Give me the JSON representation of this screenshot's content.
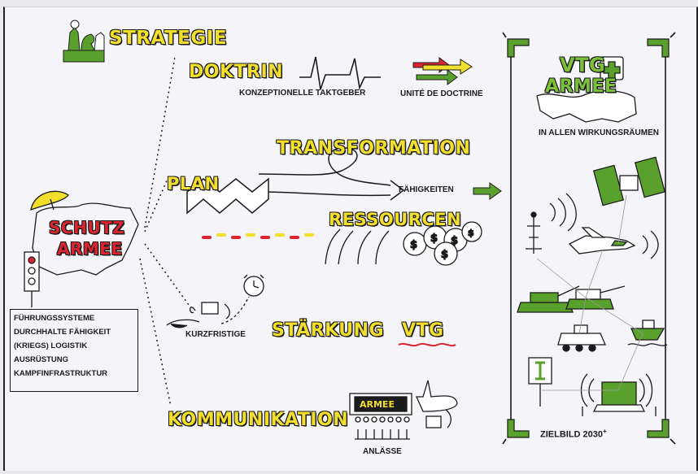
{
  "title_strategie": "STRATEGIE",
  "doktrin": {
    "title": "DOKTRIN",
    "subtitle": "KONZEPTIONELLE TAKTGEBER",
    "unite": "UNITÉ DE DOCTRINE"
  },
  "transformation": "TRANSFORMATION",
  "plan": "PLAN",
  "faehigkeiten": "FÄHIGKEITEN",
  "ressourcen": "RESSOURCEN",
  "schutz": {
    "line1": "SCHUTZ",
    "line2": "ARMEE"
  },
  "kurzfristige": "KURZFRISTIGE",
  "staerkung": "STÄRKUNG",
  "vtg_small": "VTG",
  "kommunikation": "KOMMUNIKATION",
  "anlaesse": "ANLÄSSE",
  "armee_sign": "ARMEE",
  "list_items": [
    "FÜHRUNGSSYSTEME",
    "DURCHHALTE FÄHIGKEIT",
    "(KRIEGS) LOGISTIK",
    "AUSRÜSTUNG",
    "KAMPFINFRASTRUKTUR"
  ],
  "vtg_armee": {
    "line1": "VTG",
    "line2": "ARMEE"
  },
  "wirkungsraeume": "IN ALLEN WIRKUNGSRÄUMEN",
  "zielbild": "ZIELBILD 2030",
  "zielbild_sup": "+",
  "colors": {
    "yellow": "#f2de2c",
    "green": "#5aa02c",
    "red": "#d9252f",
    "ink": "#1b1b1b"
  },
  "icons": [
    "chess-icon",
    "heartbeat-icon",
    "arrows-icon",
    "swiss-map-icon",
    "satellite-icon",
    "radio-tower-icon",
    "jet-icon",
    "tank-icon",
    "armored-vehicle-icon",
    "boat-icon",
    "signpost-icon",
    "laptop-icon",
    "umbrella-icon",
    "traffic-light-icon",
    "alarm-clock-icon",
    "money-bags-icon",
    "speaker-icon"
  ]
}
